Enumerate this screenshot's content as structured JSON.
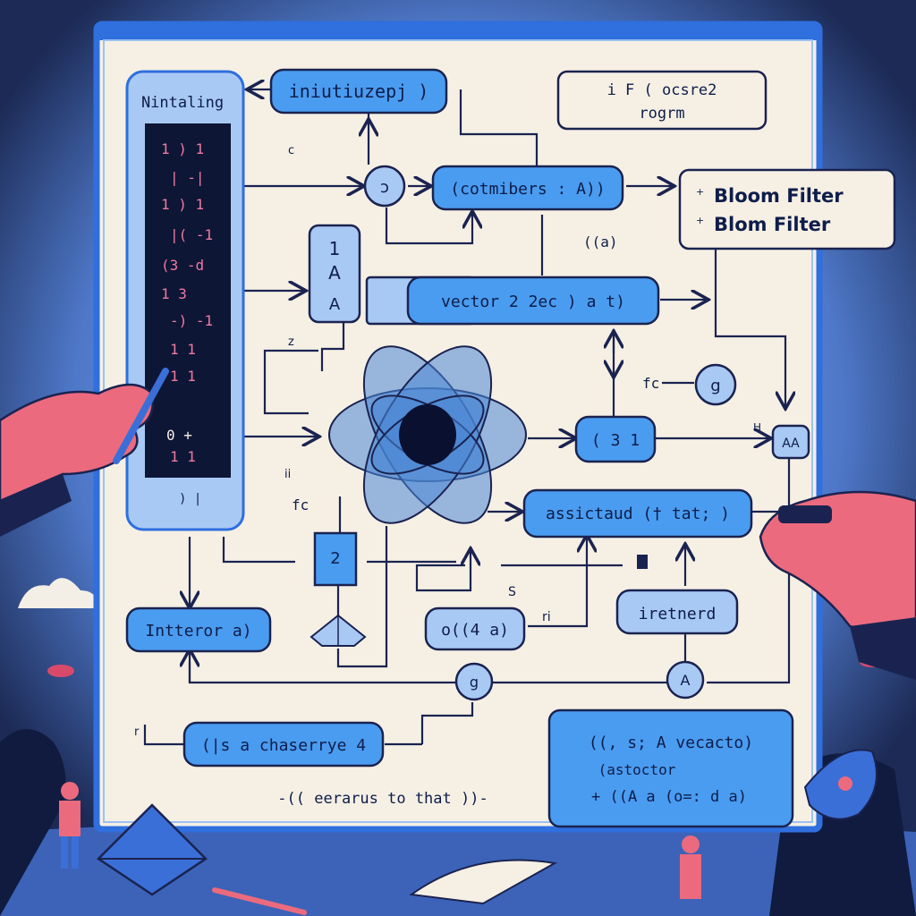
{
  "colors": {
    "background": "#1c2a55",
    "panel": "#f6f0e4",
    "panel_border": "#2f6fde",
    "node_fill": "#4a9cf0",
    "node_text": "#0e1d4a",
    "accent_pink": "#d94a6a",
    "line": "#1a2350"
  },
  "sidebar": {
    "title": "Nintaling",
    "code_lines": [
      "1 )  1",
      "| -|",
      "1 )  1",
      "|( -1",
      "(3 -d",
      "1  3",
      "-) -1",
      "1  1",
      "1  1",
      "0  +",
      "1  1"
    ],
    "footer": ") |"
  },
  "nodes": {
    "init": "iniutiuzepj )",
    "program_box": [
      "i   F   ( ocsre2",
      "rogrm"
    ],
    "circle_top": "ɔ",
    "members": "(cotmibers : A))",
    "bloom": [
      "Bloom Filter",
      "Blom Filter"
    ],
    "aa_box": [
      "1",
      "A",
      "A"
    ],
    "vector": "vector  2 2ec ) a t)",
    "label_a": "((a)",
    "fc_right": "fc",
    "circle_g_right": "g",
    "tuple": "( 3  1",
    "label_h": "H",
    "small_aa": "AA",
    "fc_left": "fc",
    "assoc": "assictaud  († tat; )",
    "box_2": "2",
    "interior": "Intteror  a)",
    "paren_node": "o((4 a)",
    "label_s": "S",
    "label_ri": "ri",
    "iretnerd": "iretnerd",
    "circle_g_bottom": "g",
    "circle_a_bottom": "A",
    "chaserrye": "(|s a chaserrye 4",
    "recap": "-((  eerarus  to that ))-",
    "vecacto": [
      "((, s;  A vecacto)",
      "(astoctor",
      "+   ((A a (o=: d a)"
    ],
    "tiny_c": "c",
    "tiny_z": "z",
    "tiny_ii": "ii",
    "tiny_r": "r"
  }
}
